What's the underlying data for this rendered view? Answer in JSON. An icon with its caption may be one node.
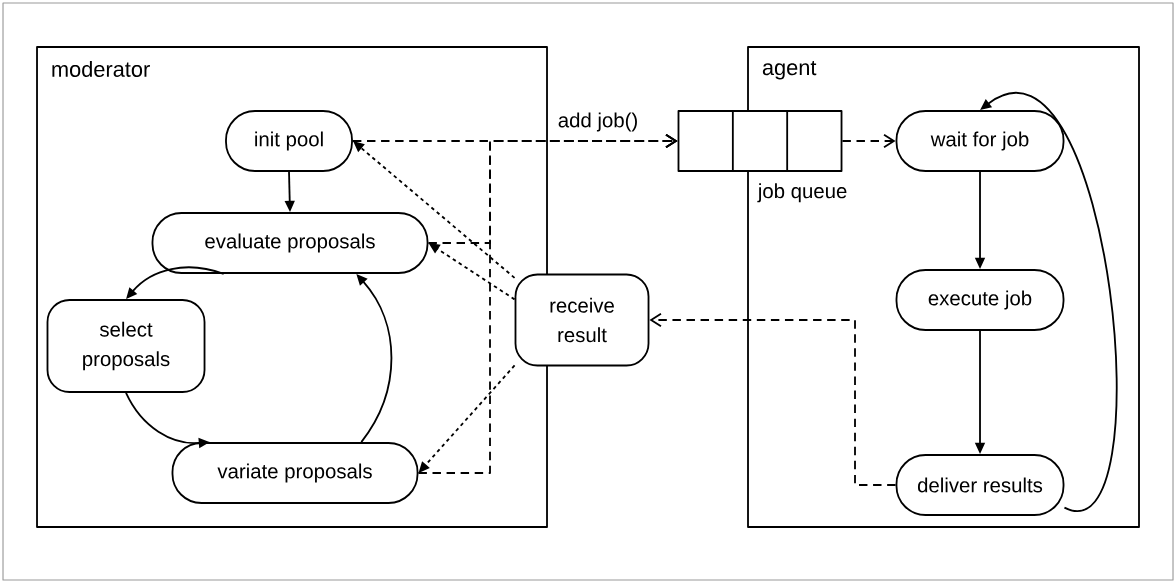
{
  "diagram": {
    "nodes": [
      {
        "text": [
          "moderator"
        ]
      },
      {
        "text": [
          "agent"
        ]
      },
      {
        "text": [
          "init pool"
        ],
        "in": 0
      },
      {
        "text": [
          "evaluate proposals"
        ],
        "in": 0
      },
      {
        "text": [
          "select proposals"
        ],
        "in": 0
      },
      {
        "text": [
          "variate proposals"
        ],
        "in": 0
      },
      {
        "text": [
          "receive result"
        ]
      },
      {
        "text": [],
        "shape": "box",
        "beside": [
          "job queue"
        ]
      },
      {
        "text": [
          "wait for job"
        ],
        "in": 1
      },
      {
        "text": [
          "execute job"
        ],
        "in": 1
      },
      {
        "text": [
          "deliver results"
        ],
        "in": 1
      }
    ],
    "edges": [
      {
        "from": 2,
        "to": 3,
        "arrow": "to"
      },
      {
        "from": 3,
        "to": 4,
        "arrow": "to"
      },
      {
        "from": 4,
        "to": 5,
        "arrow": "to"
      },
      {
        "from": 5,
        "to": 3,
        "arrow": "to"
      },
      {
        "from": 2,
        "to": 7,
        "arrow": "to",
        "style": "dashed",
        "label": "add job()"
      },
      {
        "from": 3,
        "to": 7,
        "arrow": "to",
        "style": "dashed"
      },
      {
        "from": 5,
        "to": 7,
        "arrow": "to",
        "style": "dashed"
      },
      {
        "from": 7,
        "to": 8,
        "arrow": "to",
        "style": "dashed"
      },
      {
        "from": 8,
        "to": 9,
        "arrow": "to"
      },
      {
        "from": 9,
        "to": 10,
        "arrow": "to"
      },
      {
        "from": 10,
        "to": 8,
        "arrow": "to"
      },
      {
        "from": 10,
        "to": 6,
        "arrow": "to",
        "style": "dashed"
      },
      {
        "from": 6,
        "to": 2,
        "arrow": "to",
        "style": "dashed"
      },
      {
        "from": 6,
        "to": 3,
        "arrow": "to",
        "style": "dashed"
      },
      {
        "from": 6,
        "to": 5,
        "arrow": "to",
        "style": "dashed"
      }
    ]
  }
}
